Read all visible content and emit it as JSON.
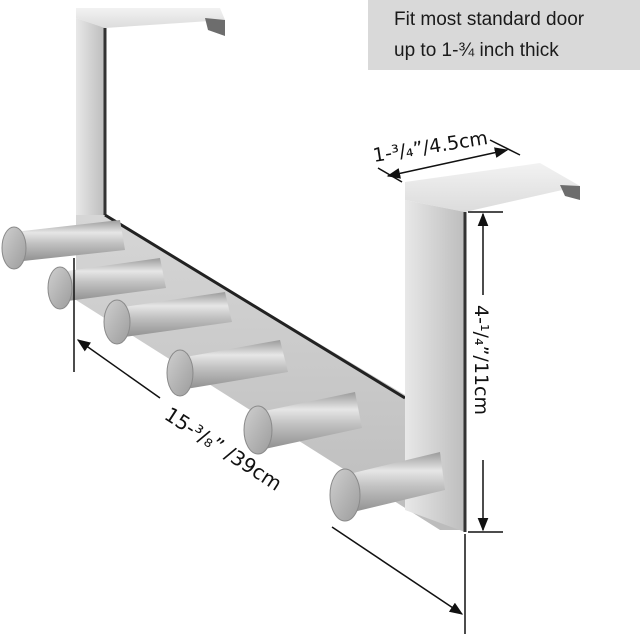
{
  "product": {
    "name": "over-the-door hook rack",
    "hook_count": 6,
    "finish_color": "#c4c4c4"
  },
  "callout": {
    "line1": "Fit most standard door",
    "line2": "up to 1-¾ inch thick",
    "background": "#d9d9d9"
  },
  "dimensions": {
    "depth": "1-³/₄”/4.5cm",
    "height": "4-¹/₄”/11cm",
    "length": "15-³/₈” /39cm"
  }
}
